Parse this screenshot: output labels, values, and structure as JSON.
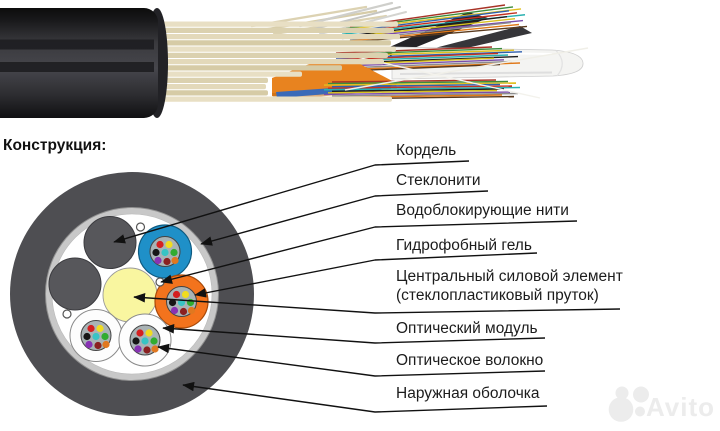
{
  "title": "Конструкция:",
  "labels": [
    {
      "text": "Кордель"
    },
    {
      "text": "Стеклонити"
    },
    {
      "text": "Водоблокирующие нити"
    },
    {
      "text": "Гидрофобный гель"
    },
    {
      "text": "Центральный силовой элемент",
      "text2": "(стеклопластиковый пруток)"
    },
    {
      "text": "Оптический модуль"
    },
    {
      "text": "Оптическое волокно"
    },
    {
      "text": "Наружная оболочка"
    }
  ],
  "watermark": {
    "brand": "Avito"
  },
  "colors": {
    "sheath": "#4e4e52",
    "glass_yarn_ring": "#c8c8c8",
    "core_bg": "#ffffff",
    "kordel": "#57575b",
    "cse_yellow": "#f9f6a0",
    "module_blue": "#1f90c8",
    "module_orange": "#f3731d",
    "module_white": "#fdfdfd",
    "module_inner": "#a9b3b5",
    "leader_line": "#111111",
    "watermark": "#ececec"
  },
  "fiber_colors": [
    "#d42020",
    "#f0dc20",
    "#161616",
    "#38c4c4",
    "#30ac30",
    "#8832b4",
    "#8a2020",
    "#e07820"
  ],
  "photo": {
    "jacket": "#3c3c40",
    "jacket_stripe": "#1e1e22",
    "yarn_shades": [
      "#e8dfc4",
      "#dbd1af",
      "#e3d9ba",
      "#d6cba6"
    ],
    "orange_tube": "#e8831f",
    "blue_strip": "#3a6ab8",
    "white_tube": "#f4f4f2",
    "fiber_strand_colors": [
      "#a83226",
      "#3c8c3c",
      "#e0c020",
      "#2f5fae",
      "#c23222",
      "#28b0b0",
      "#1d1d1d",
      "#d8c020",
      "#7a4dab",
      "#8c8c8c",
      "#e07818",
      "#5a3a1e"
    ]
  }
}
